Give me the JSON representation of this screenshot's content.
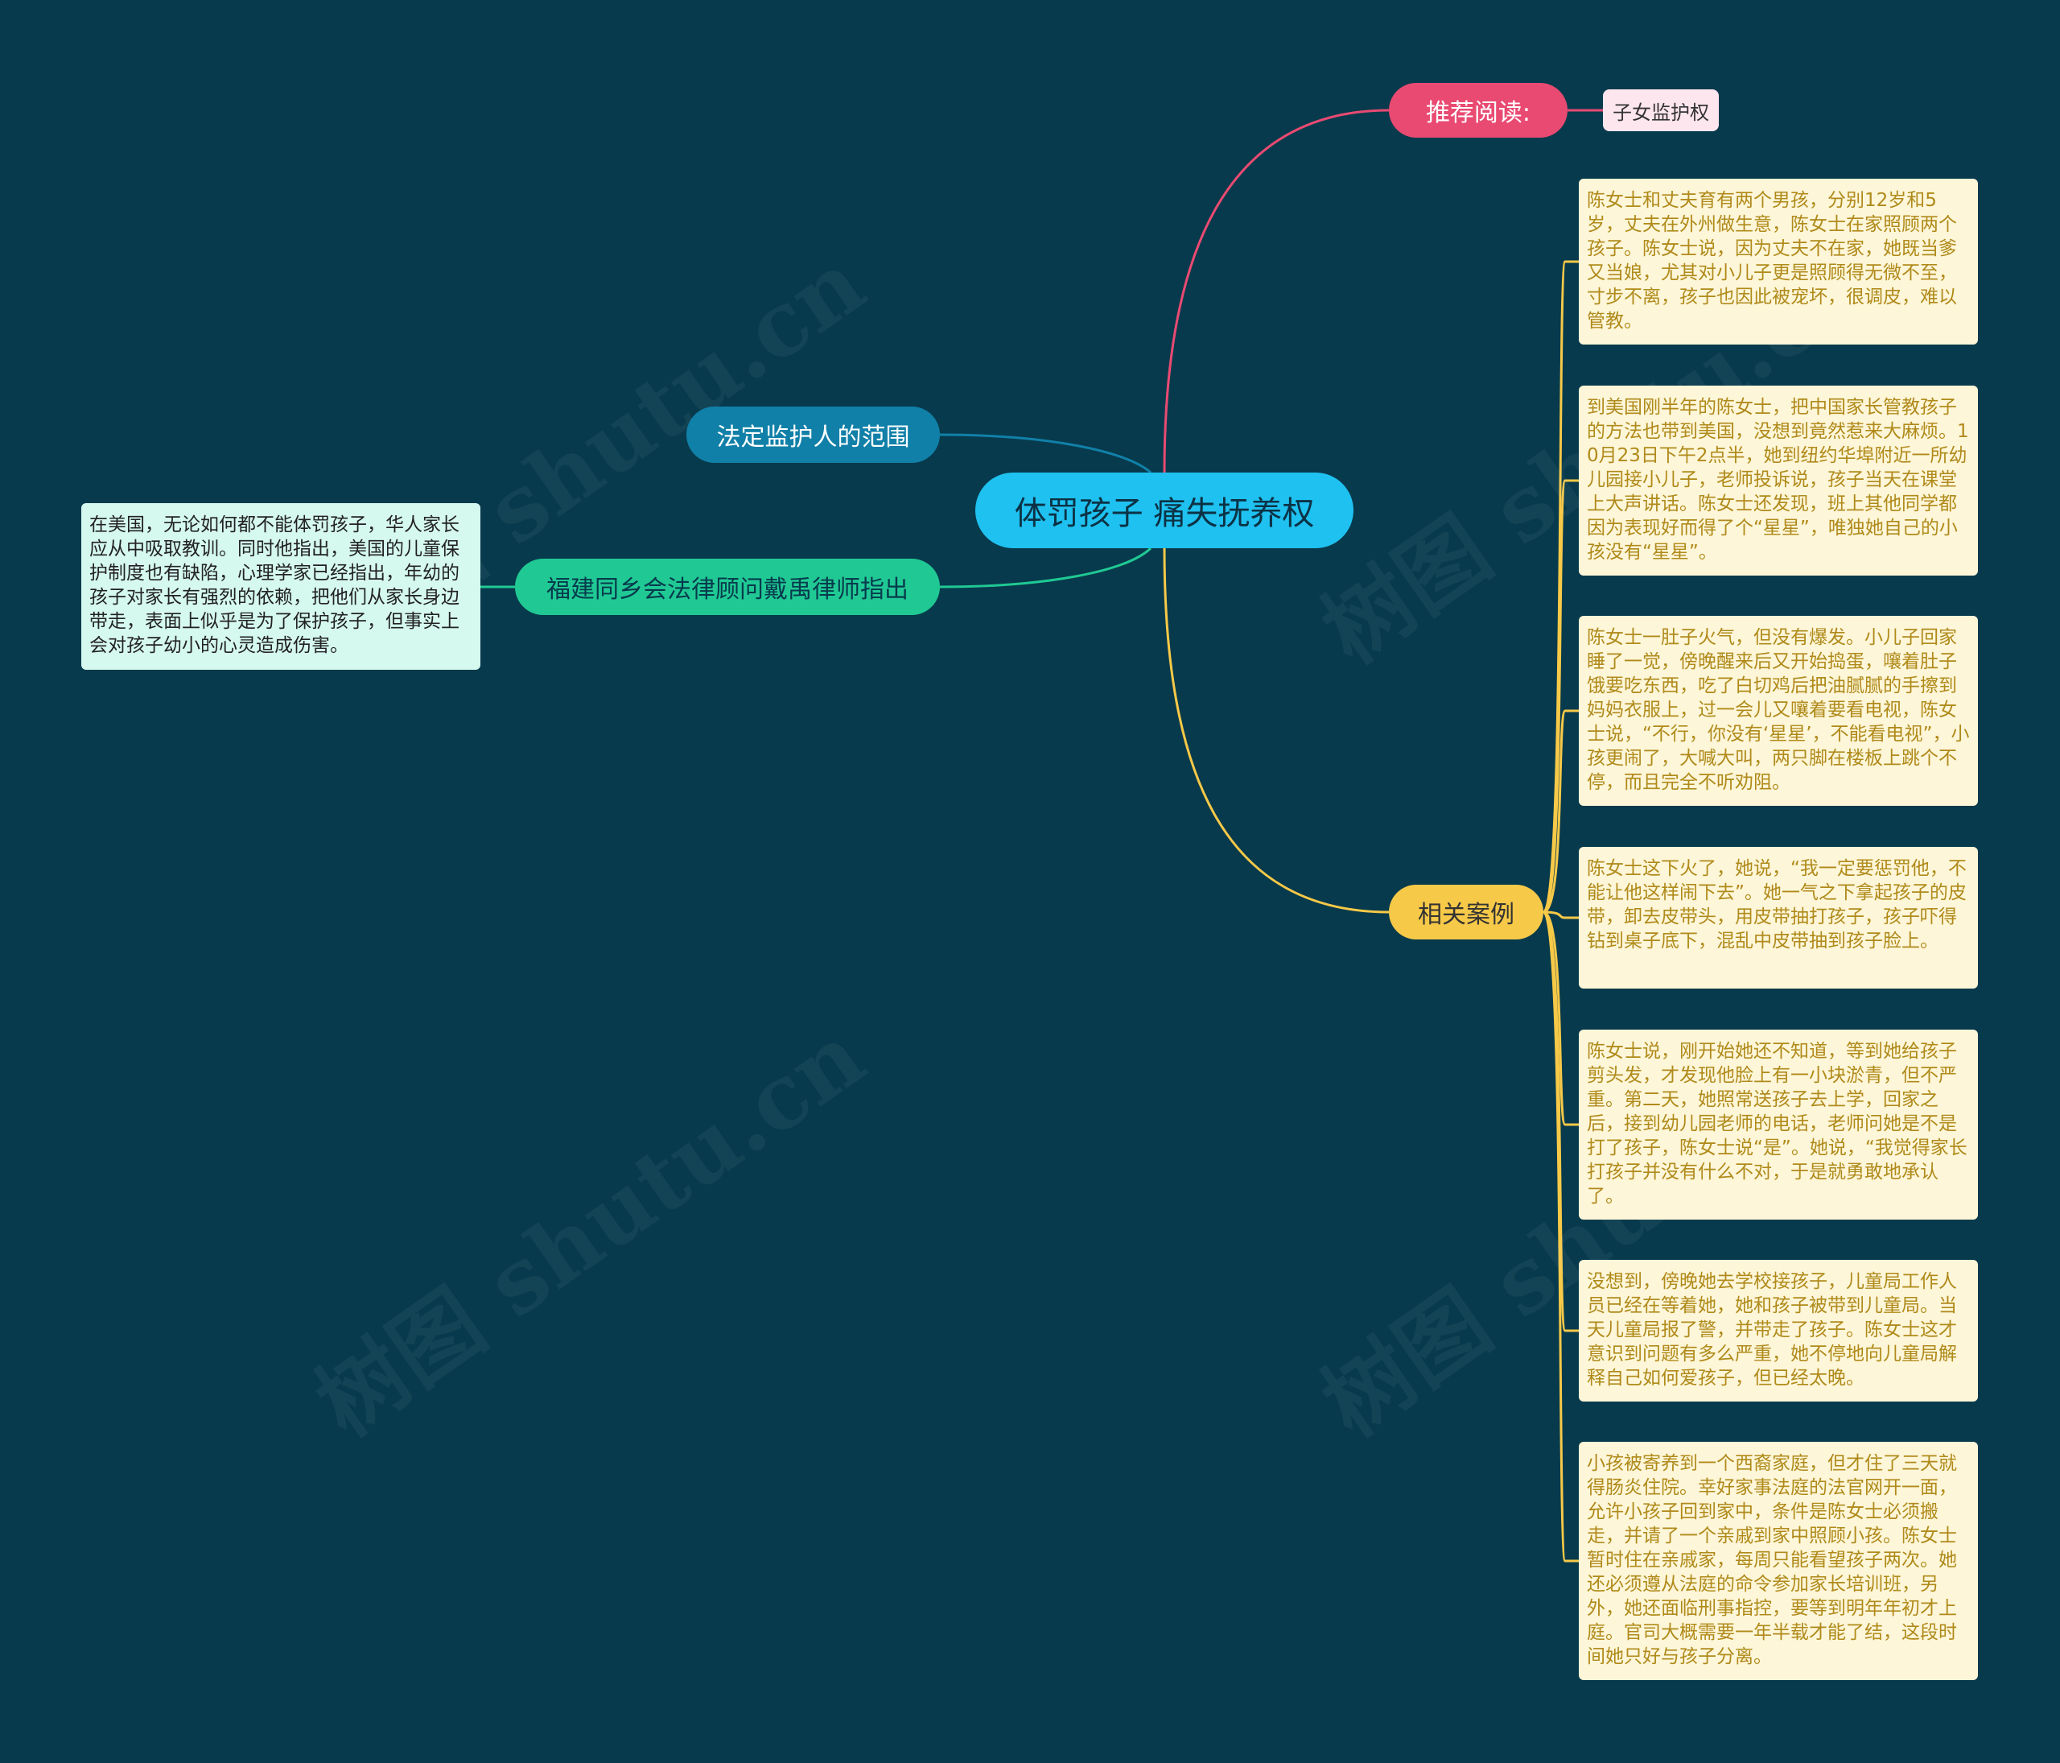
{
  "root": {
    "label": "体罚孩子 痛失抚养权"
  },
  "branches": {
    "recommend": {
      "label": "推荐阅读:",
      "tag": "子女监护权",
      "color": "#e94a72"
    },
    "scope": {
      "label": "法定监护人的范围",
      "color": "#1180a8"
    },
    "lawyer": {
      "label": "福建同乡会法律顾问戴禹律师指出",
      "color": "#20c994",
      "note": "在美国，无论如何都不能体罚孩子，华人家长应从中吸取教训。同时他指出，美国的儿童保护制度也有缺陷，心理学家已经指出，年幼的孩子对家长有强烈的依赖，把他们从家长身边带走，表面上似乎是为了保护孩子，但事实上会对孩子幼小的心灵造成伤害。"
    },
    "cases": {
      "label": "相关案例",
      "color": "#f7c948",
      "items": [
        "陈女士和丈夫育有两个男孩，分别12岁和5岁，丈夫在外州做生意，陈女士在家照顾两个孩子。陈女士说，因为丈夫不在家，她既当爹又当娘，尤其对小儿子更是照顾得无微不至，寸步不离，孩子也因此被宠坏，很调皮，难以管教。",
        "到美国刚半年的陈女士，把中国家长管教孩子的方法也带到美国，没想到竟然惹来大麻烦。10月23日下午2点半，她到纽约华埠附近一所幼儿园接小儿子，老师投诉说，孩子当天在课堂上大声讲话。陈女士还发现，班上其他同学都因为表现好而得了个“星星”，唯独她自己的小孩没有“星星”。",
        "陈女士一肚子火气，但没有爆发。小儿子回家睡了一觉，傍晚醒来后又开始捣蛋，嚷着肚子饿要吃东西，吃了白切鸡后把油腻腻的手擦到妈妈衣服上，过一会儿又嚷着要看电视，陈女士说，“不行，你没有‘星星’，不能看电视”，小孩更闹了，大喊大叫，两只脚在楼板上跳个不停，而且完全不听劝阻。",
        "陈女士这下火了，她说，“我一定要惩罚他，不能让他这样闹下去”。她一气之下拿起孩子的皮带，卸去皮带头，用皮带抽打孩子，孩子吓得钻到桌子底下，混乱中皮带抽到孩子脸上。",
        "陈女士说，刚开始她还不知道，等到她给孩子剪头发，才发现他脸上有一小块淤青，但不严重。第二天，她照常送孩子去上学，回家之后，接到幼儿园老师的电话，老师问她是不是打了孩子，陈女士说“是”。她说，“我觉得家长打孩子并没有什么不对，于是就勇敢地承认了。",
        "没想到，傍晚她去学校接孩子，儿童局工作人员已经在等着她，她和孩子被带到儿童局。当天儿童局报了警，并带走了孩子。陈女士这才意识到问题有多么严重，她不停地向儿童局解释自己如何爱孩子，但已经太晚。",
        "小孩被寄养到一个西裔家庭，但才住了三天就得肠炎住院。幸好家事法庭的法官网开一面，允许小孩子回到家中，条件是陈女士必须搬走，并请了一个亲戚到家中照顾小孩。陈女士暂时住在亲戚家，每周只能看望孩子两次。她还必须遵从法庭的命令参加家长培训班，另外，她还面临刑事指控，要等到明年年初才上庭。官司大概需要一年半载才能了结，这段时间她只好与孩子分离。"
      ]
    }
  },
  "watermark": "树图 shutu.cn"
}
